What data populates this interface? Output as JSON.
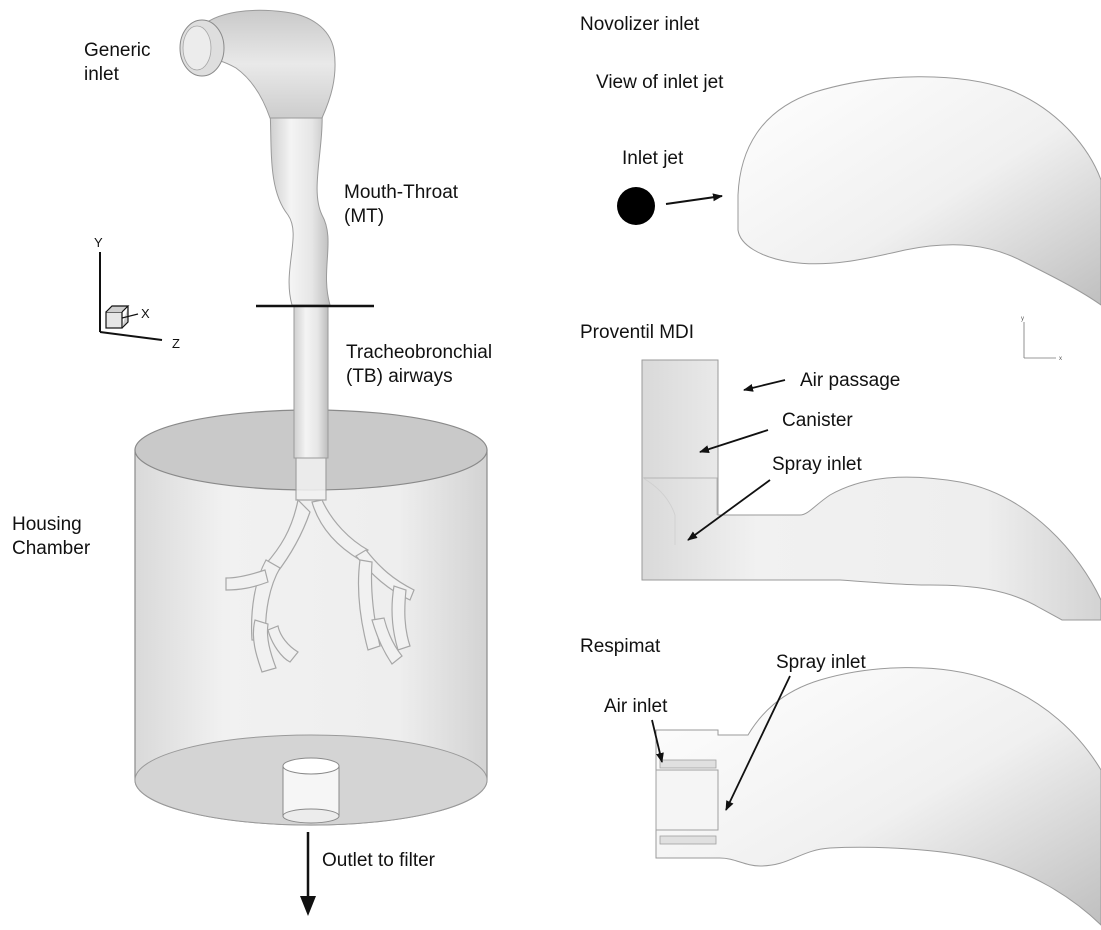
{
  "left_panel": {
    "generic_inlet": [
      "Generic",
      "inlet"
    ],
    "mouth_throat": [
      "Mouth-Throat",
      "(MT)"
    ],
    "tracheobronchial": [
      "Tracheobronchial",
      "(TB) airways"
    ],
    "housing_chamber": [
      "Housing",
      "Chamber"
    ],
    "outlet": "Outlet to filter",
    "axes": {
      "y": "Y",
      "x": "X",
      "z": "Z"
    }
  },
  "novolizer": {
    "title": "Novolizer inlet",
    "view_label": "View of inlet jet",
    "jet_label": "Inlet jet"
  },
  "proventil": {
    "title": "Proventil MDI",
    "air_passage": "Air passage",
    "canister": "Canister",
    "spray_inlet": "Spray inlet",
    "mini_axes": {
      "y": "y",
      "x": "x"
    }
  },
  "respimat": {
    "title": "Respimat",
    "spray_inlet": "Spray inlet",
    "air_inlet": "Air inlet"
  }
}
